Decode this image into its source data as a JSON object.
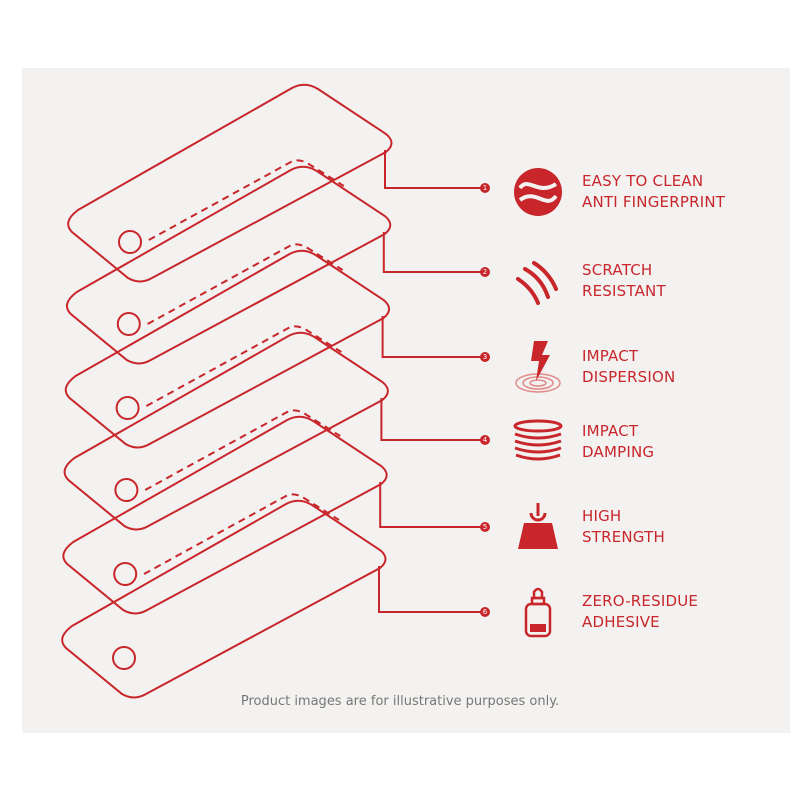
{
  "accent_color": "#c8262b",
  "layers": [
    {
      "number": "1",
      "icon": "yin-yang-clean-icon",
      "line1": "EASY TO CLEAN",
      "line2": "ANTI FINGERPRINT"
    },
    {
      "number": "2",
      "icon": "scratch-icon",
      "line1": "SCRATCH",
      "line2": "RESISTANT"
    },
    {
      "number": "3",
      "icon": "lightning-impact-icon",
      "line1": "IMPACT",
      "line2": "DISPERSION"
    },
    {
      "number": "4",
      "icon": "stacked-rings-icon",
      "line1": "IMPACT",
      "line2": "DAMPING"
    },
    {
      "number": "5",
      "icon": "weight-icon",
      "line1": "HIGH",
      "line2": "STRENGTH"
    },
    {
      "number": "6",
      "icon": "adhesive-bottle-icon",
      "line1": "ZERO-RESIDUE",
      "line2": "ADHESIVE"
    }
  ],
  "disclaimer": "Product images are for illustrative purposes only."
}
